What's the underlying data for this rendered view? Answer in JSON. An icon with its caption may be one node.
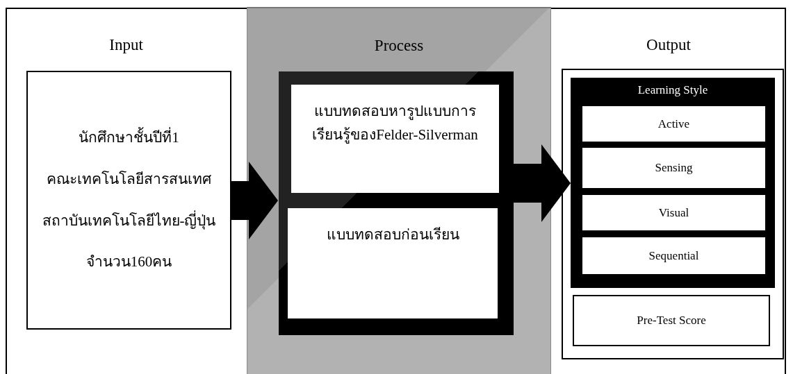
{
  "diagram": {
    "nodes": [
      {
        "text": [
          "Input"
        ]
      },
      {
        "text": [
          "นักศึกษาชั้นปีที่1",
          "คณะเทคโนโลยีสารสนเทศ",
          "สถาบันเทคโนโลยีไทย-ญี่ปุ่น",
          "จำนวน160คน"
        ],
        "in": 0
      },
      {
        "text": [
          "Process"
        ]
      },
      {
        "text": [],
        "shape": "box",
        "in": 2
      },
      {
        "text": [
          "แบบทดสอบหารูปแบบการเรียนรู้ของFelder-Silverman"
        ],
        "in": 3
      },
      {
        "text": [
          "แบบทดสอบก่อนเรียน"
        ],
        "in": 3
      },
      {
        "text": [
          "Output"
        ]
      },
      {
        "text": [],
        "shape": "box",
        "in": 6
      },
      {
        "text": [
          "Learning Style"
        ],
        "in": 7
      },
      {
        "text": [
          "Active"
        ],
        "in": 8
      },
      {
        "text": [
          "Sensing"
        ],
        "in": 8
      },
      {
        "text": [
          "Visual"
        ],
        "in": 8
      },
      {
        "text": [
          "Sequential"
        ],
        "in": 8
      },
      {
        "text": [
          "Pre-Test Score"
        ],
        "in": 7
      }
    ],
    "edges": [
      {
        "from": 1,
        "to": 3,
        "arrow": "to",
        "style": "thick"
      },
      {
        "from": 3,
        "to": 8,
        "arrow": "to",
        "style": "thick"
      }
    ]
  }
}
